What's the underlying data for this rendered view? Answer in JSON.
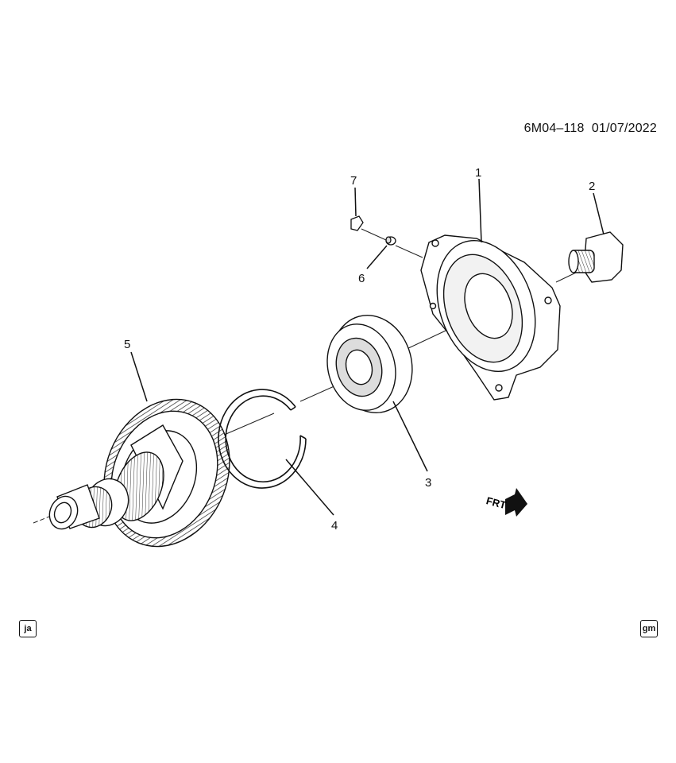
{
  "header": {
    "doc_id": "6M04–118",
    "date": "01/07/2022"
  },
  "callouts": [
    {
      "id": "1",
      "label": "1"
    },
    {
      "id": "2",
      "label": "2"
    },
    {
      "id": "3",
      "label": "3"
    },
    {
      "id": "4",
      "label": "4"
    },
    {
      "id": "5",
      "label": "5"
    },
    {
      "id": "6",
      "label": "6"
    },
    {
      "id": "7",
      "label": "7"
    }
  ],
  "direction_marker": {
    "label": "FRT"
  },
  "badges": {
    "left": "ja",
    "right": "gm"
  }
}
